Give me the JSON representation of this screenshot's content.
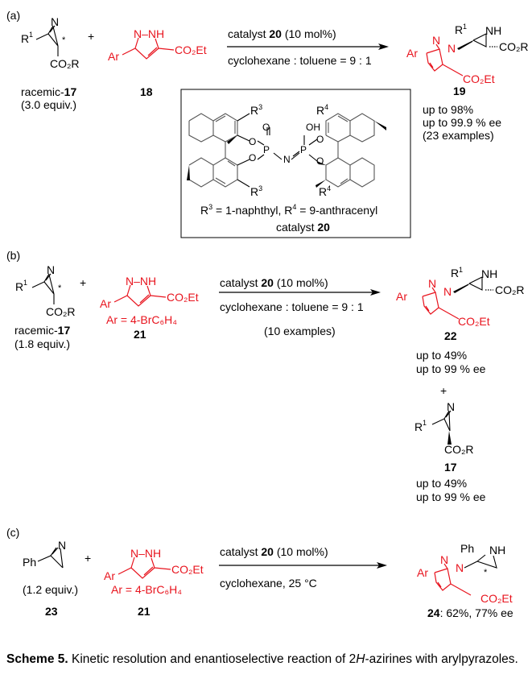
{
  "scheme": {
    "colors": {
      "reagent": "#e8141e",
      "text": "#000000"
    },
    "panel_a": {
      "label": "(a)",
      "reactant1": {
        "r1": "R",
        "r1_sup": "1",
        "n": "N",
        "star": "*",
        "ester": "CO₂R",
        "name_prefix": "racemic-",
        "name_num": "17",
        "equiv": "(3.0 equiv.)"
      },
      "plus": "+",
      "reactant2": {
        "nnh": "N–NH",
        "ar": "Ar",
        "ester": "CO₂Et",
        "num": "18"
      },
      "arrow": {
        "above_prefix": "catalyst ",
        "above_cat": "20",
        "above_suffix": " (10 mol%)",
        "below": "cyclohexane : toluene = 9 : 1"
      },
      "product": {
        "r1": "R",
        "r1_sup": "1",
        "nh": "NH",
        "n1": "N",
        "n2": "N",
        "ar": "Ar",
        "ester_aziridine": "CO₂R",
        "ester_pyrazole": "CO₂Et",
        "num": "19"
      },
      "results": [
        "up to 98%",
        "up to 99.9 % ee",
        "(23 examples)"
      ],
      "catalyst": {
        "r3": "R",
        "r3_sup": "3",
        "r4": "R",
        "r4_sup": "4",
        "o": "O",
        "oh": "OH",
        "p": "P",
        "n": "N",
        "definition_r3": "= 1-naphthyl, ",
        "definition_r4": "= 9-anthracenyl",
        "label_prefix": "catalyst ",
        "label_num": "20"
      }
    },
    "panel_b": {
      "label": "(b)",
      "reactant1": {
        "r1": "R",
        "r1_sup": "1",
        "n": "N",
        "star": "*",
        "ester": "CO₂R",
        "name_prefix": "racemic-",
        "name_num": "17",
        "equiv": "(1.8 equiv.)"
      },
      "plus": "+",
      "reactant2": {
        "nnh": "N–NH",
        "ar": "Ar",
        "ester": "CO₂Et",
        "ar_def": "Ar = 4-BrC₆H₄",
        "num": "21"
      },
      "arrow": {
        "above_prefix": "catalyst ",
        "above_cat": "20",
        "above_suffix": " (10 mol%)",
        "below": "cyclohexane : toluene = 9 : 1",
        "examples": "(10 examples)"
      },
      "product": {
        "r1": "R",
        "r1_sup": "1",
        "nh": "NH",
        "ar": "Ar",
        "ester_aziridine": "CO₂R",
        "ester_pyrazole": "CO₂Et",
        "num": "22"
      },
      "results_product": [
        "up to 49%",
        "up to 99 % ee"
      ],
      "plus2": "+",
      "recovered": {
        "r1": "R",
        "r1_sup": "1",
        "n": "N",
        "ester": "CO₂R",
        "num": "17"
      },
      "results_recovered": [
        "up to 49%",
        "up to 99 % ee"
      ]
    },
    "panel_c": {
      "label": "(c)",
      "reactant1": {
        "ph": "Ph",
        "n": "N",
        "equiv": "(1.2 equiv.)",
        "num": "23"
      },
      "plus": "+",
      "reactant2": {
        "nnh": "N–NH",
        "ar": "Ar",
        "ester": "CO₂Et",
        "ar_def": "Ar = 4-BrC₆H₄",
        "num": "21"
      },
      "arrow": {
        "above_prefix": "catalyst ",
        "above_cat": "20",
        "above_suffix": " (10 mol%)",
        "below": "cyclohexane, 25 °C"
      },
      "product": {
        "ph": "Ph",
        "nh": "NH",
        "star": "*",
        "ar": "Ar",
        "ester_pyrazole": "CO₂Et",
        "num": "24",
        "result": ": 62%, 77% ee"
      }
    }
  },
  "caption": {
    "label": "Scheme 5.",
    "text_before_italic": " Kinetic resolution and enantioselective reaction of 2",
    "italic": "H",
    "text_after_italic": "-azirines with arylpyrazoles."
  }
}
